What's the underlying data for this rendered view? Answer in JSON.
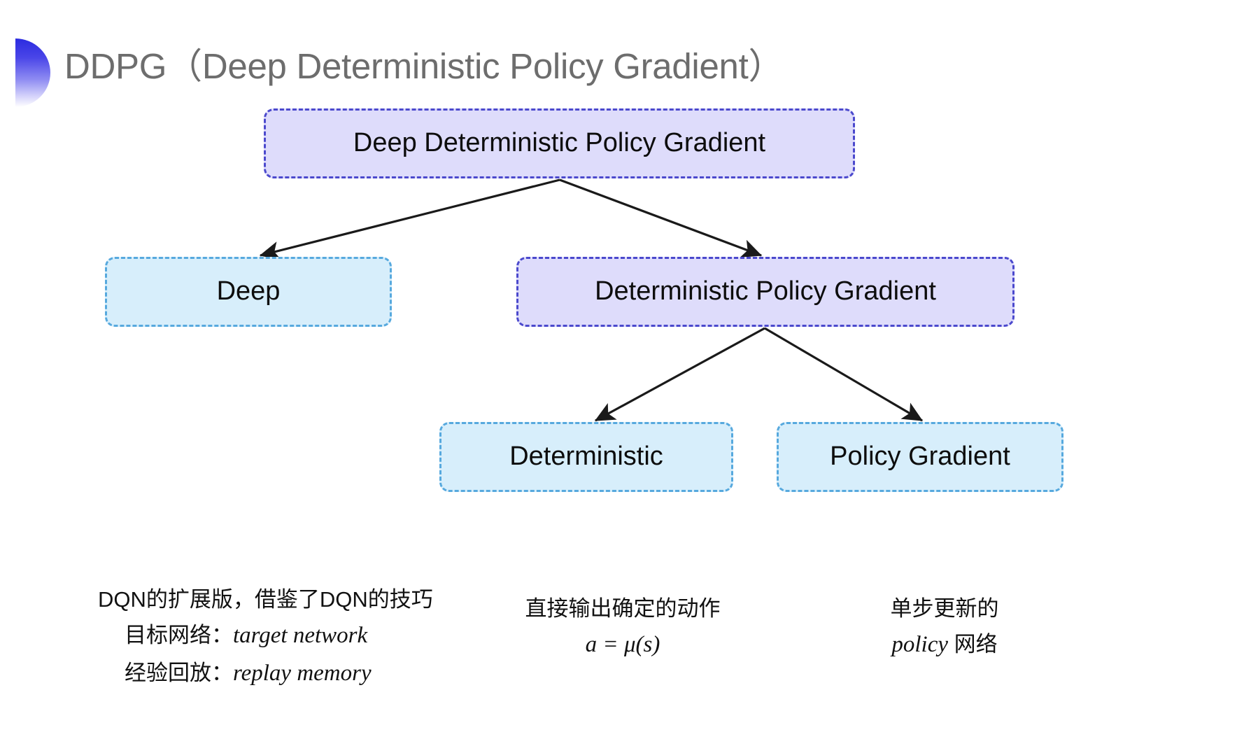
{
  "slide": {
    "title": "DDPG（Deep Deterministic Policy Gradient）",
    "background_color": "#ffffff",
    "title_color": "#6d6d6d",
    "bullet_icon": "half-circle-gradient-icon",
    "bullet_gradient_from": "#2b2be0",
    "bullet_gradient_to": "#ffffff"
  },
  "palette": {
    "purple_fill": "#dedcfb",
    "purple_border": "#4b49cd",
    "blue_fill": "#d7eefb",
    "blue_border": "#57a9de",
    "arrow_color": "#1a1a1a",
    "text_color": "#0d0d0d"
  },
  "diagram": {
    "type": "tree",
    "nodes": [
      {
        "id": "root",
        "label": "Deep Deterministic Policy Gradient",
        "style": "purple",
        "level": 0
      },
      {
        "id": "deep",
        "label": "Deep",
        "style": "blue",
        "level": 1
      },
      {
        "id": "dpg",
        "label": "Deterministic Policy Gradient",
        "style": "purple",
        "level": 1
      },
      {
        "id": "deterministic",
        "label": "Deterministic",
        "style": "blue",
        "level": 2
      },
      {
        "id": "policy_gradient",
        "label": "Policy Gradient",
        "style": "blue",
        "level": 2
      }
    ],
    "edges": [
      {
        "from": "root",
        "to": "deep"
      },
      {
        "from": "root",
        "to": "dpg"
      },
      {
        "from": "dpg",
        "to": "deterministic"
      },
      {
        "from": "dpg",
        "to": "policy_gradient"
      }
    ]
  },
  "captions": {
    "deep": {
      "line1": "DQN的扩展版，借鉴了DQN的技巧",
      "line2_label": "目标网络：",
      "line2_term": "target network",
      "line3_label": "经验回放：",
      "line3_term": "replay memory"
    },
    "deterministic": {
      "line1": "直接输出确定的动作",
      "line2": "a = μ(s)"
    },
    "policy_gradient": {
      "line1": "单步更新的",
      "line2_term": "policy",
      "line2_suffix": " 网络"
    }
  }
}
